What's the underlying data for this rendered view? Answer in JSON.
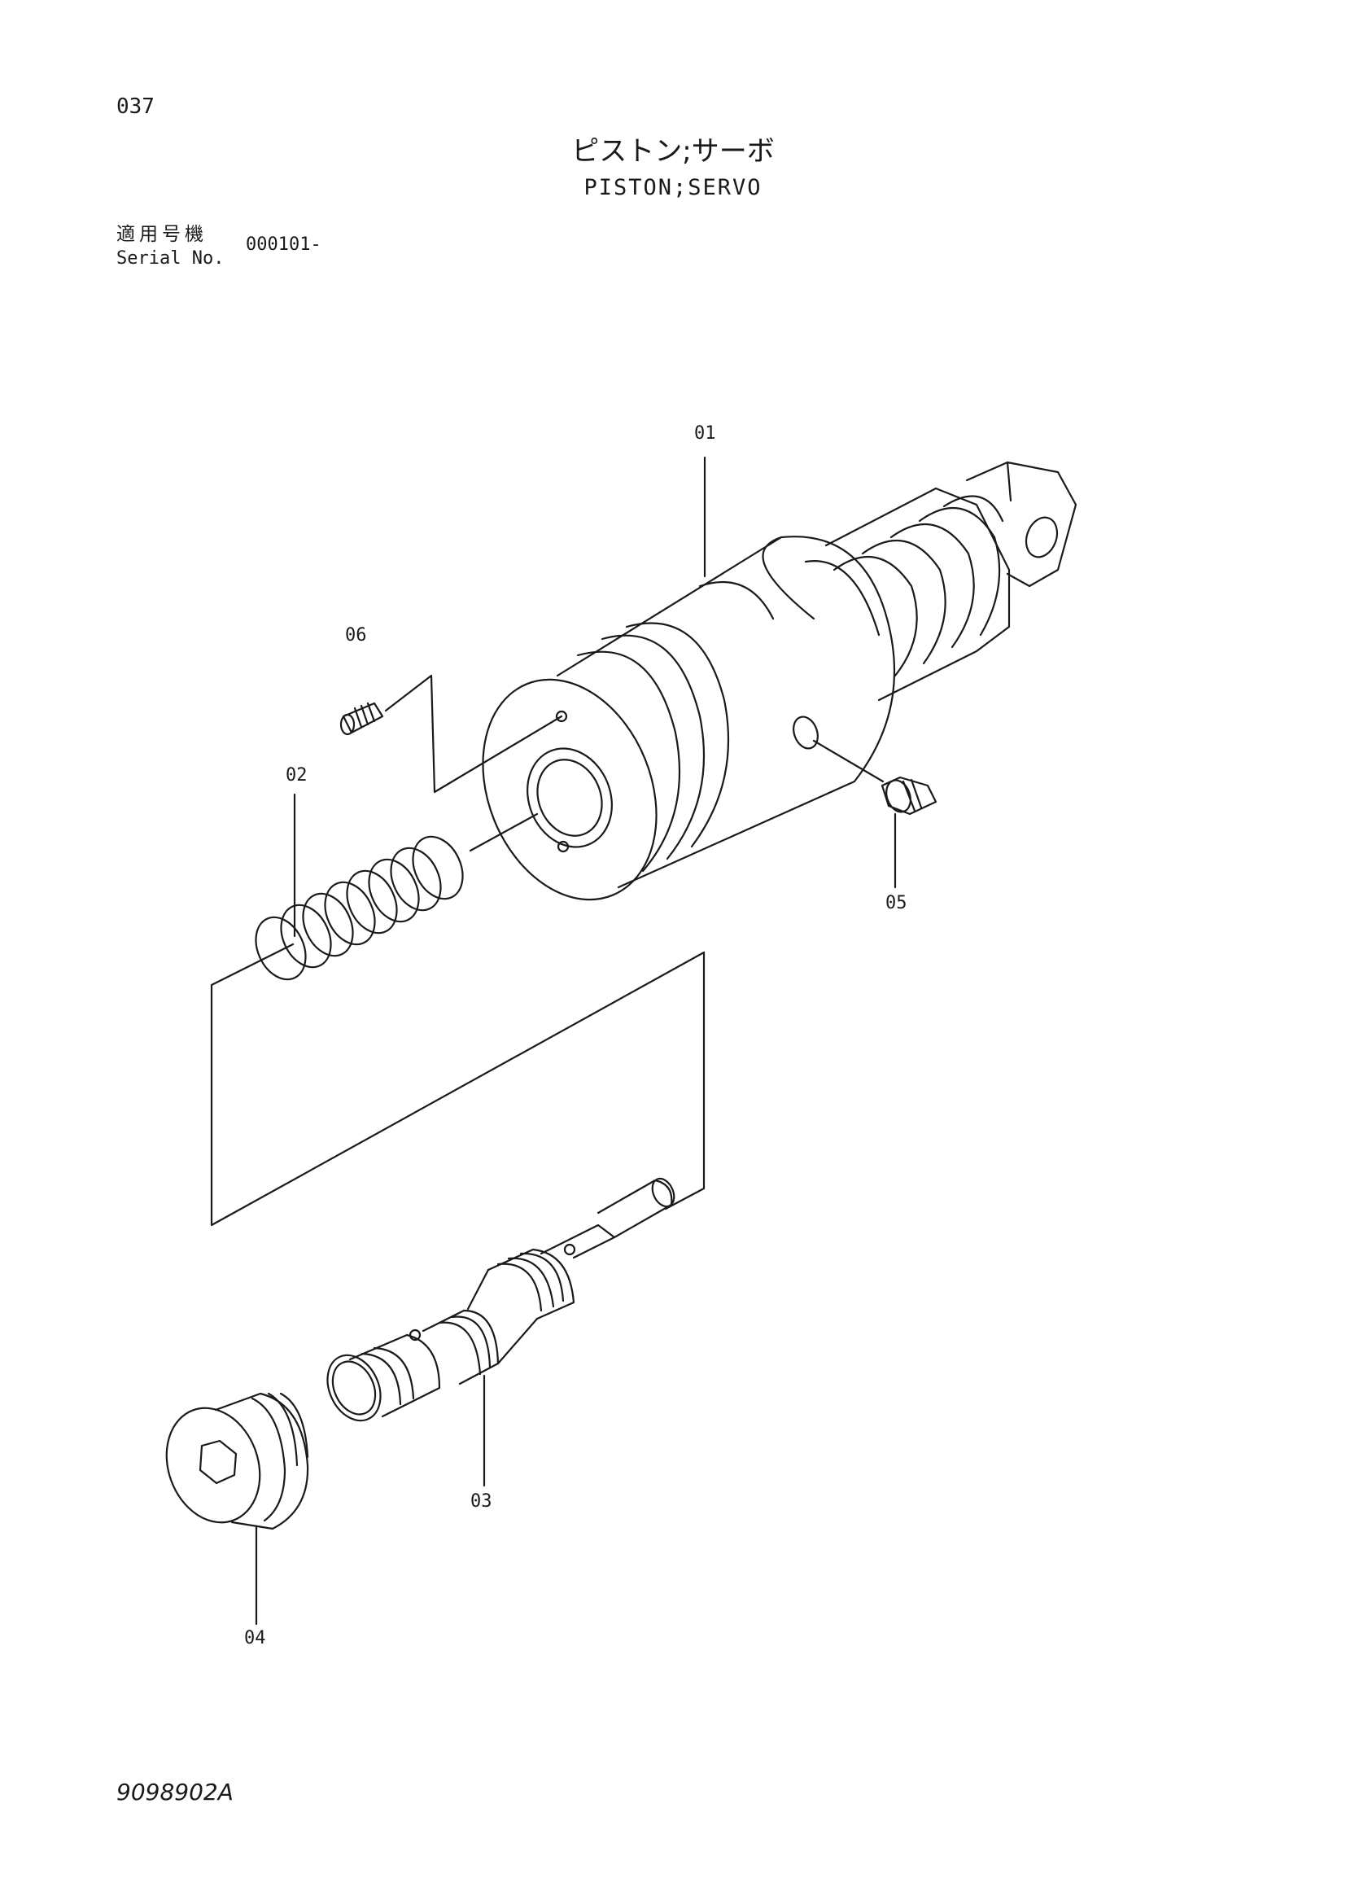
{
  "page_number": "037",
  "title_jp": "ピストン;サーボ",
  "title_en": "PISTON;SERVO",
  "serial_label_jp": "適用号機",
  "serial_label_en": "Serial No.",
  "serial_value": "000101-",
  "document_code": "9098902A",
  "parts": [
    {
      "number": "01"
    },
    {
      "number": "02"
    },
    {
      "number": "03"
    },
    {
      "number": "04"
    },
    {
      "number": "05"
    },
    {
      "number": "06"
    }
  ]
}
